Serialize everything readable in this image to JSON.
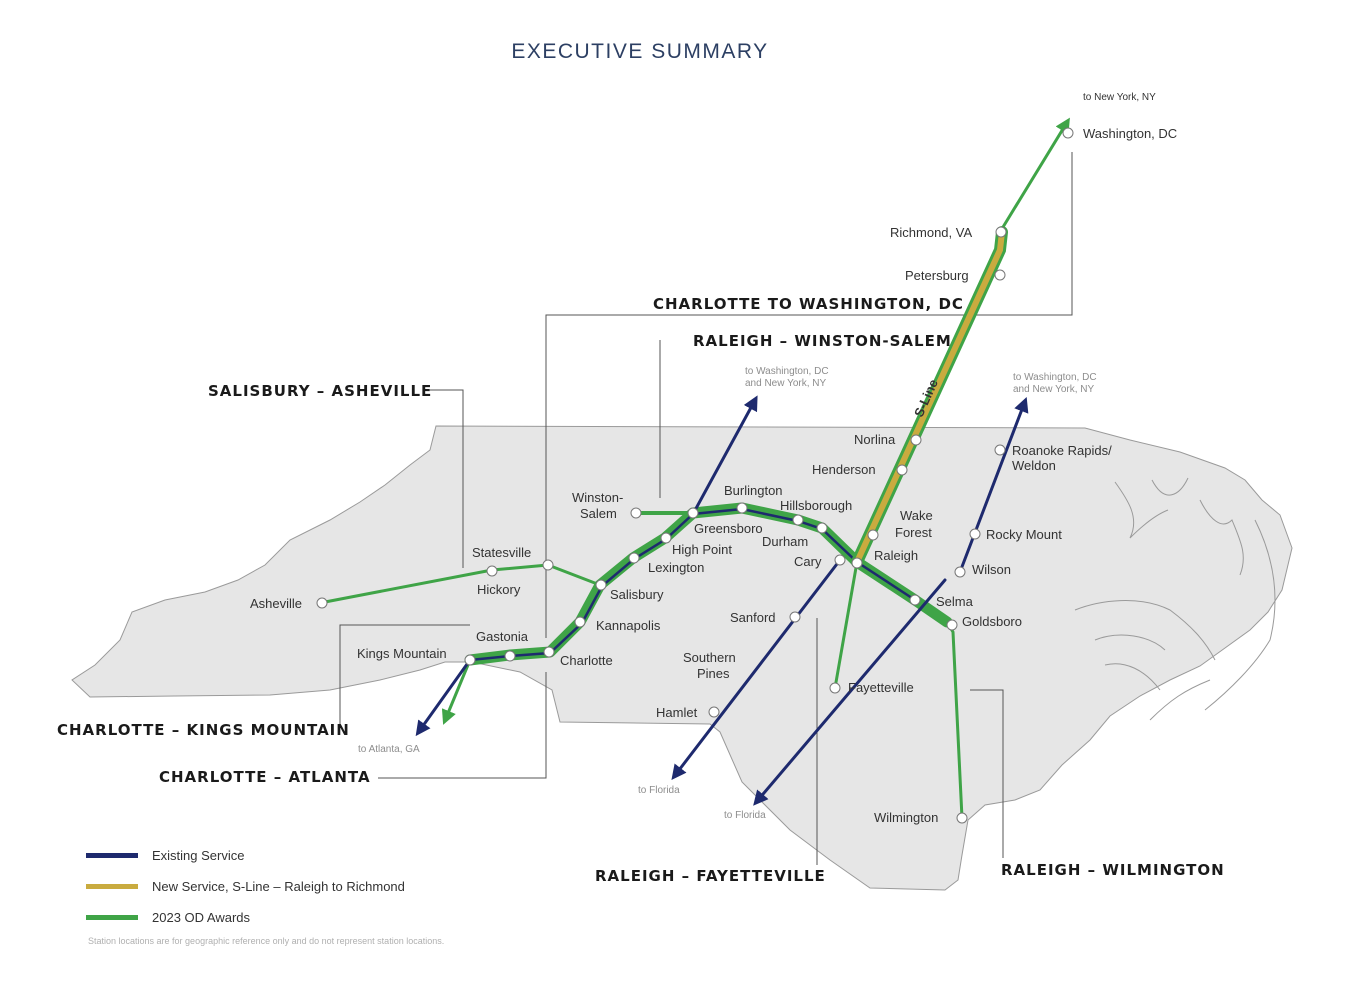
{
  "title": "EXECUTIVE SUMMARY",
  "colors": {
    "existing": "#1e2a6e",
    "new_s_line": "#c9ab3f",
    "awards": "#3fa447",
    "state_fill": "#e6e6e6",
    "state_border": "#9a9a9a"
  },
  "route_labels": {
    "charlotte_washington": "CHARLOTTE TO WASHINGTON, DC",
    "raleigh_winston": "RALEIGH – WINSTON-SALEM",
    "salisbury_asheville": "SALISBURY – ASHEVILLE",
    "charlotte_kings": "CHARLOTTE – KINGS MOUNTAIN",
    "charlotte_atlanta": "CHARLOTTE – ATLANTA",
    "raleigh_fayetteville": "RALEIGH – FAYETTEVILLE",
    "raleigh_wilmington": "RALEIGH – WILMINGTON"
  },
  "s_line_label": "S-Line",
  "directions": {
    "to_new_york": "to New York, NY",
    "to_wash_ny_1a": "to Washington, DC",
    "to_wash_ny_1b": "and New York, NY",
    "to_wash_ny_2a": "to Washington, DC",
    "to_wash_ny_2b": "and New York, NY",
    "to_atlanta": "to Atlanta, GA",
    "to_florida_1": "to Florida",
    "to_florida_2": "to Florida"
  },
  "cities": {
    "washington": "Washington, DC",
    "richmond": "Richmond, VA",
    "petersburg": "Petersburg",
    "norlina": "Norlina",
    "henderson": "Henderson",
    "wake_forest_1": "Wake",
    "wake_forest_2": "Forest",
    "raleigh": "Raleigh",
    "cary": "Cary",
    "durham": "Durham",
    "hillsborough": "Hillsborough",
    "burlington": "Burlington",
    "greensboro": "Greensboro",
    "high_point": "High Point",
    "lexington": "Lexington",
    "salisbury": "Salisbury",
    "kannapolis": "Kannapolis",
    "charlotte": "Charlotte",
    "gastonia": "Gastonia",
    "kings_mountain": "Kings Mountain",
    "winston_1": "Winston-",
    "winston_2": "Salem",
    "statesville": "Statesville",
    "hickory": "Hickory",
    "asheville": "Asheville",
    "sanford": "Sanford",
    "southern_pines_1": "Southern",
    "southern_pines_2": "Pines",
    "hamlet": "Hamlet",
    "fayetteville": "Fayetteville",
    "selma": "Selma",
    "goldsboro": "Goldsboro",
    "wilson": "Wilson",
    "rocky_mount": "Rocky Mount",
    "roanoke_1": "Roanoke Rapids/",
    "roanoke_2": "Weldon",
    "wilmington": "Wilmington"
  },
  "legend": [
    {
      "label": "Existing Service",
      "color": "#1e2a6e"
    },
    {
      "label": "New Service, S-Line – Raleigh to Richmond",
      "color": "#c9ab3f"
    },
    {
      "label": "2023 OD Awards",
      "color": "#3fa447"
    }
  ],
  "footnote": "Station locations are for geographic reference only and do not represent station locations."
}
